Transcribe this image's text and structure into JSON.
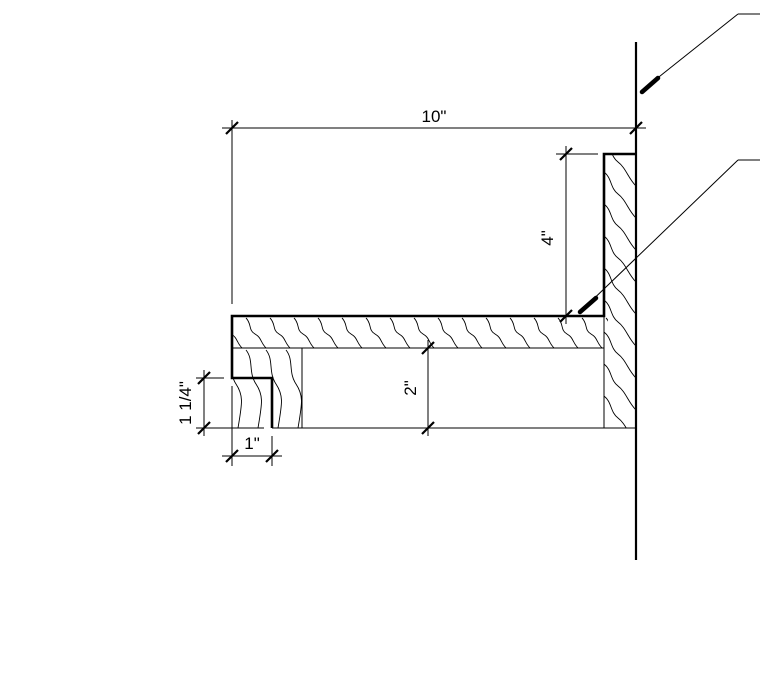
{
  "diagram": {
    "type": "section-detail",
    "description_visible": false,
    "colors": {
      "line": "#000000",
      "background": "#ffffff"
    },
    "dimensions": {
      "overall_width": "10\"",
      "back_height": "4\"",
      "front_drop": "2\"",
      "nosing_height": "1 1/4\"",
      "nosing_width": "1\""
    },
    "leaders": {
      "top_leader_label": "",
      "middle_leader_label": ""
    }
  }
}
